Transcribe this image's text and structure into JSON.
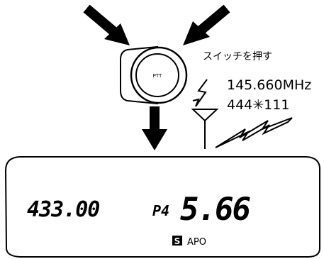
{
  "diagram": {
    "instruction_label": "スイッチを押す",
    "ptt_button_label": "PTT",
    "frequency_label": "145.660MHz",
    "code_label": "444✳111"
  },
  "lcd": {
    "left_frequency": "433.00",
    "memory_label": "P4",
    "right_frequency": "5.66",
    "s_indicator": "S",
    "apo_label": "APO"
  }
}
